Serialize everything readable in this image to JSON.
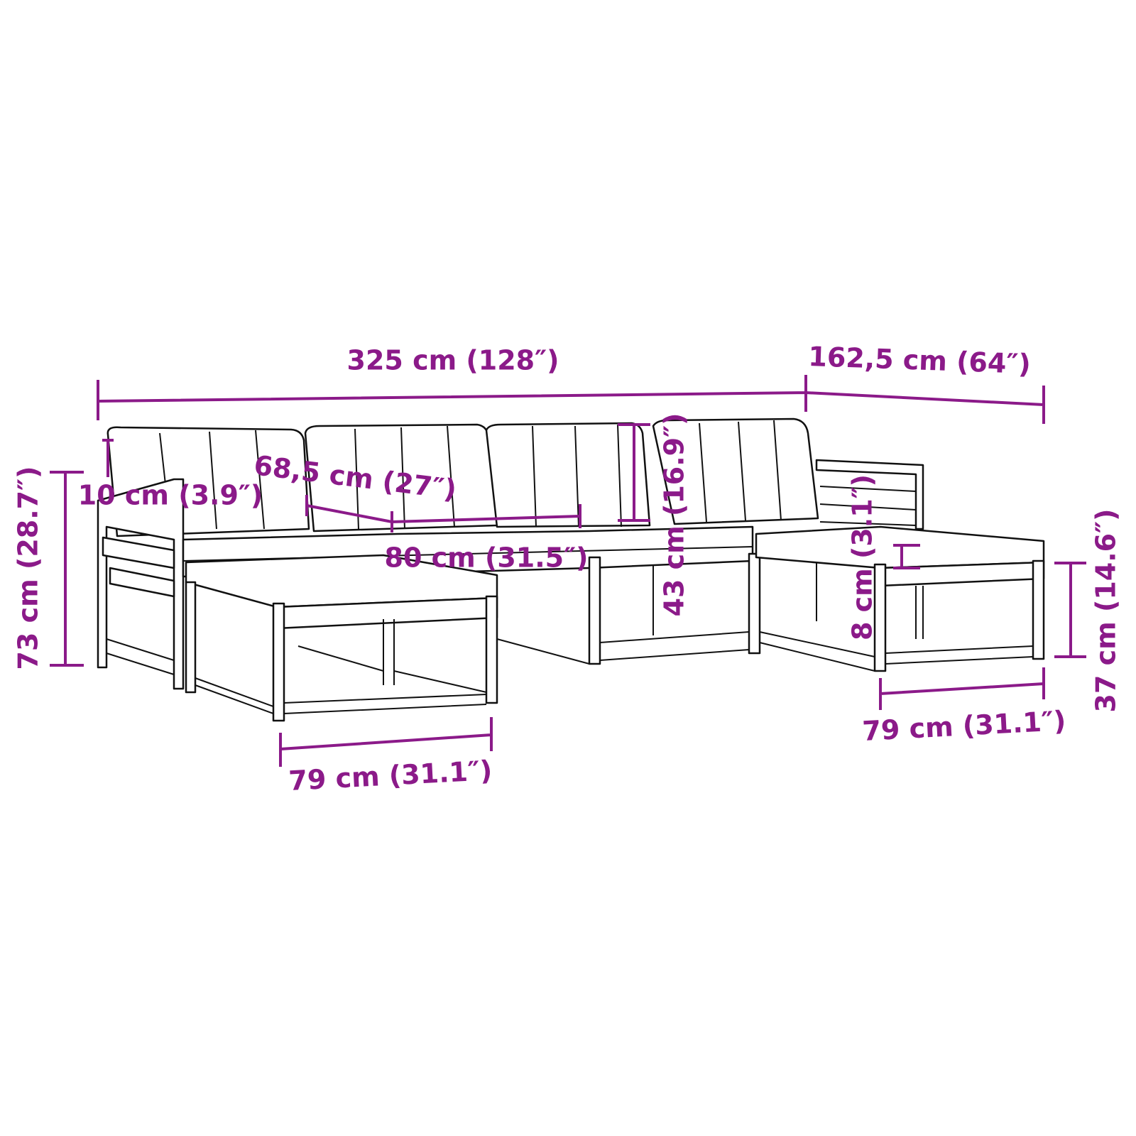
{
  "colors": {
    "dimension": "#8b1a89",
    "line_art": "#111111"
  },
  "dimensions": {
    "total_width": "325 cm (128″)",
    "depth": "162,5 cm (64″)",
    "armrest_width": "10 cm (3.9″)",
    "seat_depth": "68,5 cm (27″)",
    "seat_width": "80 cm (31.5″)",
    "backrest_height": "43 cm (16.9″)",
    "cushion_thickness": "8 cm (3.1″)",
    "total_height": "73 cm (28.7″)",
    "seat_height": "37 cm (14.6″)",
    "footstool_left_width": "79 cm (31.1″)",
    "footstool_right_width": "79 cm (31.1″)"
  }
}
